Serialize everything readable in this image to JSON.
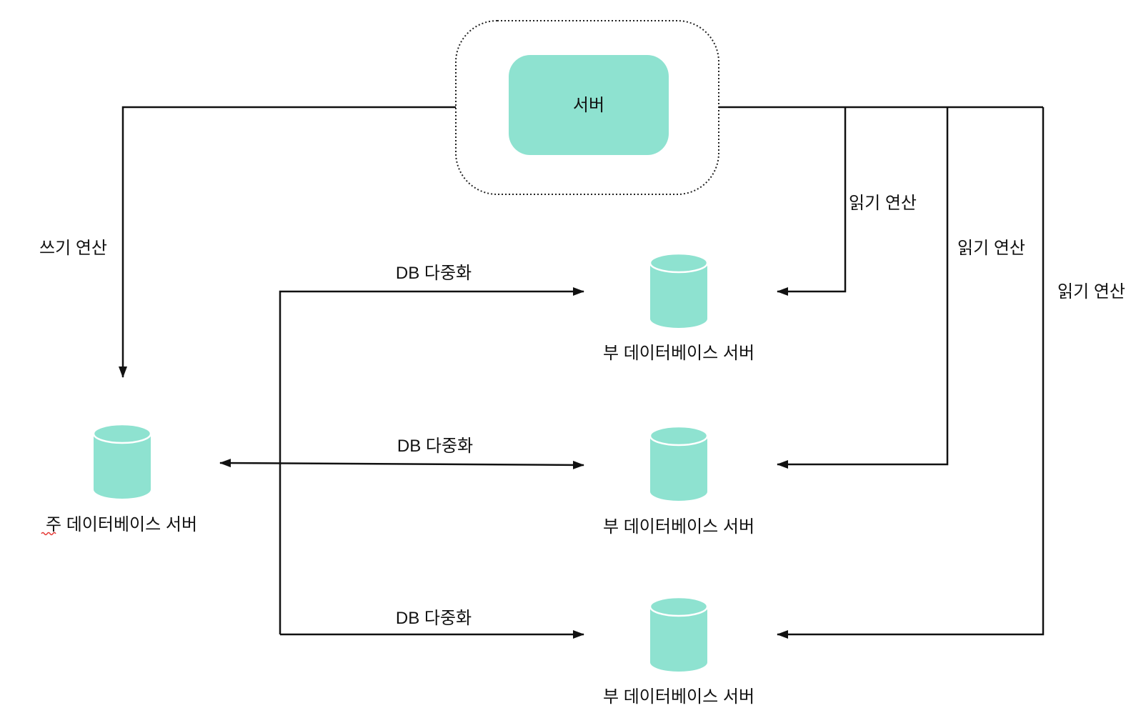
{
  "colors": {
    "node_fill": "#8ee2d0",
    "line": "#111111",
    "background": "#ffffff"
  },
  "server": {
    "label": "서버"
  },
  "primary_db": {
    "label": "주 데이터베이스 서버",
    "icon": "database-cylinder-icon"
  },
  "replicas": [
    {
      "label": "부 데이터베이스 서버",
      "icon": "database-cylinder-icon"
    },
    {
      "label": "부 데이터베이스 서버",
      "icon": "database-cylinder-icon"
    },
    {
      "label": "부 데이터베이스 서버",
      "icon": "database-cylinder-icon"
    }
  ],
  "edges": {
    "write": "쓰기 연산",
    "reads": [
      "읽기 연산",
      "읽기 연산",
      "읽기 연산"
    ],
    "replication": [
      "DB 다중화",
      "DB 다중화",
      "DB 다중화"
    ]
  }
}
